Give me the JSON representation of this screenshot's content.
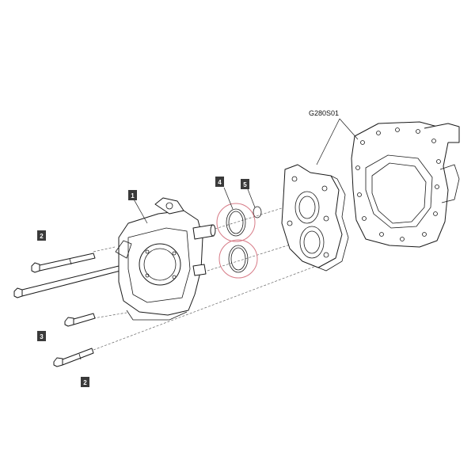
{
  "reference_code": "G280S01",
  "callouts": [
    {
      "id": "c1",
      "label": "1"
    },
    {
      "id": "c2a",
      "label": "2"
    },
    {
      "id": "c3",
      "label": "3"
    },
    {
      "id": "c2b",
      "label": "2"
    },
    {
      "id": "c4",
      "label": "4"
    },
    {
      "id": "c5",
      "label": "5"
    }
  ],
  "colors": {
    "line": "#1a1a1a",
    "callout_fill": "#3a3a3a",
    "highlight_ring": "#d77a86"
  }
}
